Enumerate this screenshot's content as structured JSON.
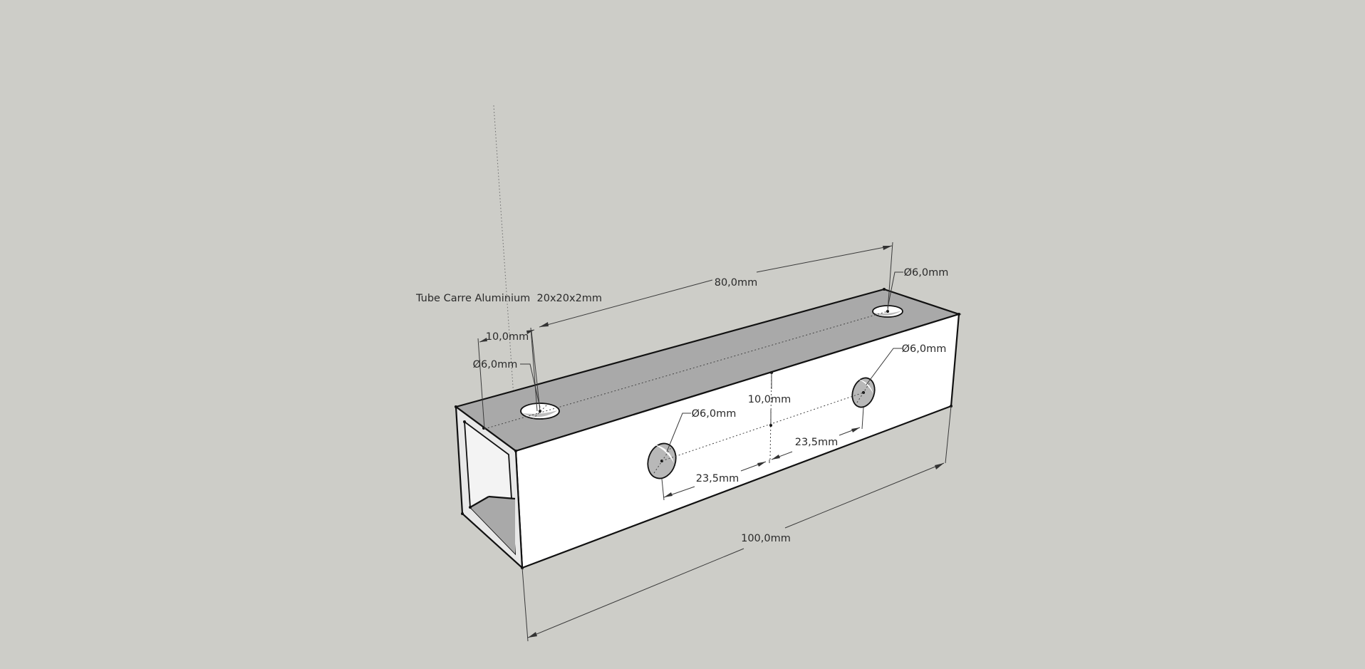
{
  "title_label": "Tube Carre Aluminium  20x20x2mm",
  "dimensions": {
    "length_total": "100,0mm",
    "hole_spacing_top": "80,0mm",
    "hole_offset_end": "10,0mm",
    "hole_offset_edge": "10,0mm",
    "side_spacing_left": "23,5mm",
    "side_spacing_right": "23,5mm"
  },
  "diameters": {
    "top_left": "Ø6,0mm",
    "top_right": "Ø6,0mm",
    "side_left": "Ø6,0mm",
    "side_right": "Ø6,0mm"
  },
  "colors": {
    "background": "#cdcdc8",
    "top_face": "#a9a9a9",
    "side_face": "#ffffff",
    "inner_face": "#a9a9a9",
    "edge": "#111111"
  }
}
